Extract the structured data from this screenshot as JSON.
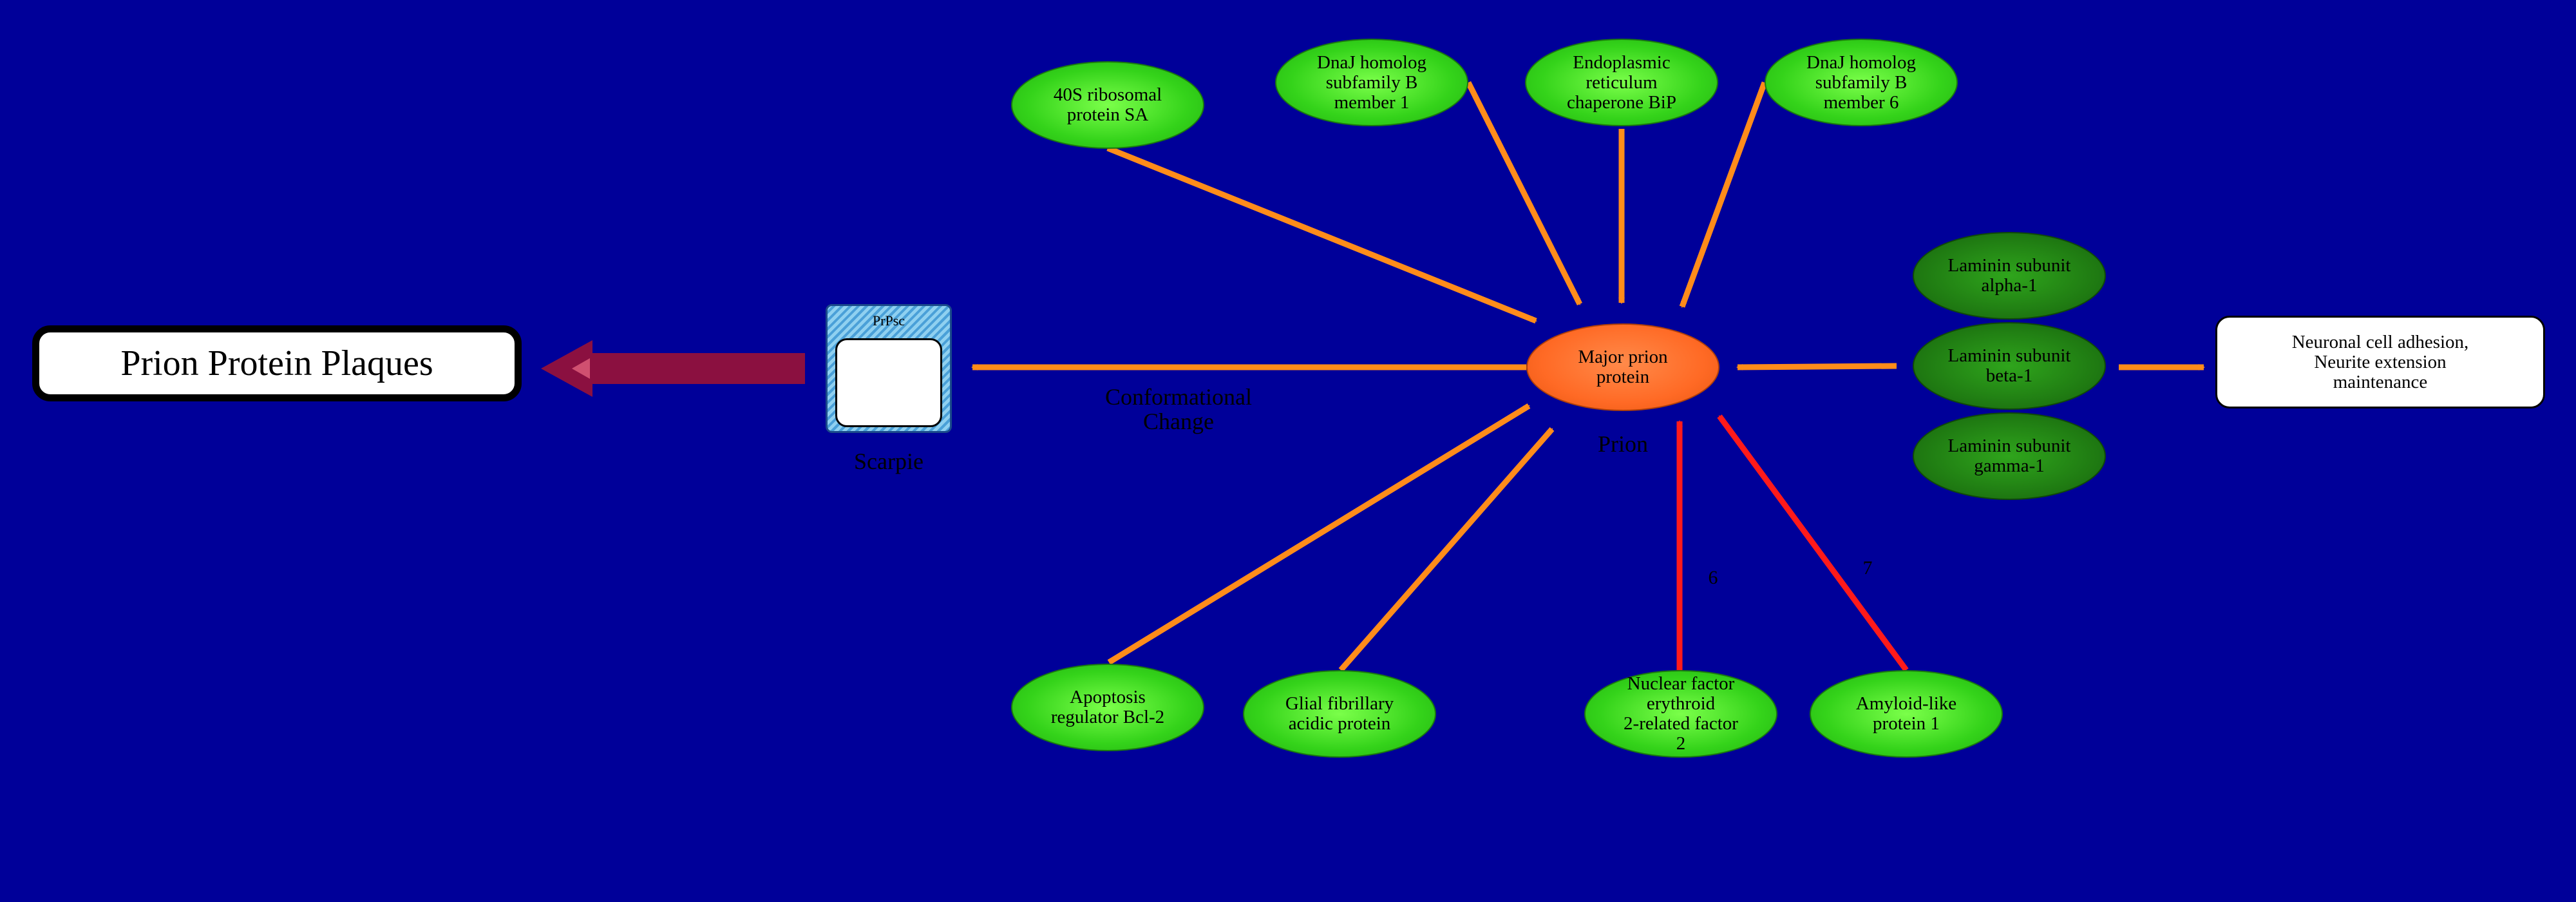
{
  "colors": {
    "background": "#000099",
    "arrow_orange": "#ff8c1a",
    "arrow_red": "#ff1a1a",
    "arrow_maroon": "#8b1040",
    "node_green": "#34d31a",
    "node_dark_green": "#1f7a12",
    "node_orange": "#ff6a25"
  },
  "outcome_left": "Prion Protein Plaques",
  "outcome_right": "Neuronal cell adhesion,\nNeurite extension\nmaintenance",
  "scrapie": {
    "inner_label": "PrPsc",
    "caption": "Scarpie"
  },
  "center": {
    "label": "Major prion\nprotein",
    "caption": "Prion"
  },
  "edge_label_conformational": "Conformational\nChange",
  "nodes": {
    "ribosomal_sa": "40S ribosomal\nprotein SA",
    "dnaj_b1": "DnaJ homolog\nsubfamily B\nmember 1",
    "er_chaperone_bip": "Endoplasmic\nreticulum\nchaperone BiP",
    "dnaj_b6": "DnaJ homolog\nsubfamily B\nmember 6",
    "laminin_alpha1": "Laminin subunit\nalpha-1",
    "laminin_beta1": "Laminin subunit\nbeta-1",
    "laminin_gamma1": "Laminin subunit\ngamma-1",
    "bcl2": "Apoptosis\nregulator Bcl-2",
    "gfap": "Glial fibrillary\nacidic protein",
    "nrf2": "Nuclear factor\nerythroid\n2-related factor\n2",
    "aplp1": "Amyloid-like\nprotein 1"
  },
  "edge_label_nrf2": "6",
  "edge_label_aplp1": "7"
}
